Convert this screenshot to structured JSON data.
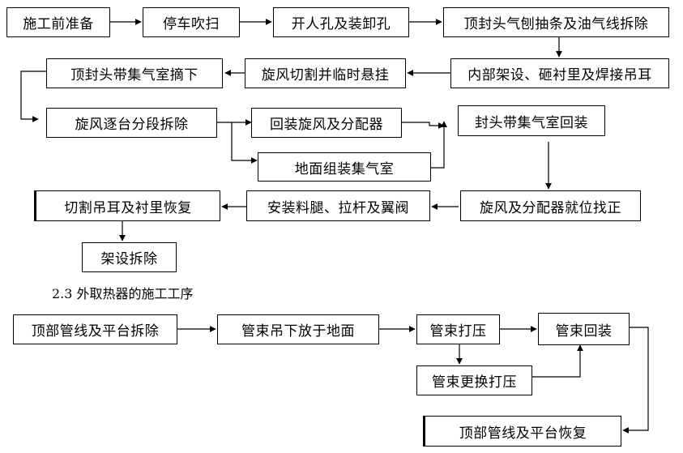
{
  "top_flow": {
    "prep": "施工前准备",
    "purge": "停车吹扫",
    "manhole": "开人孔及装卸孔",
    "head_dismantle": "顶封头气刨抽条及油气线拆除",
    "scaffold": "内部架设、砸衬里及焊接吊耳",
    "cut_hang": "旋风切割并临时悬挂",
    "head_remove": "顶封头带集气室摘下",
    "cyclone_remove": "旋风逐台分段拆除",
    "reinstall_cyclone": "回装旋风及分配器",
    "ground_assembly": "地面组装集气室",
    "head_reinstall": "封头带集气室回装",
    "align": "旋风及分配器就位找正",
    "legs": "安装料腿、拉杆及翼阀",
    "lug_restore": "切割吊耳及衬里恢复",
    "scaffold_remove": "架设拆除"
  },
  "section_heading": "2.3 外取热器的施工工序",
  "bottom_flow": {
    "pipe_remove": "顶部管线及平台拆除",
    "bundle_lower": "管束吊下放于地面",
    "pressure_test": "管束打压",
    "bundle_reinstall": "管束回装",
    "bundle_replace": "管束更换打压",
    "pipe_restore": "顶部管线及平台恢复"
  }
}
